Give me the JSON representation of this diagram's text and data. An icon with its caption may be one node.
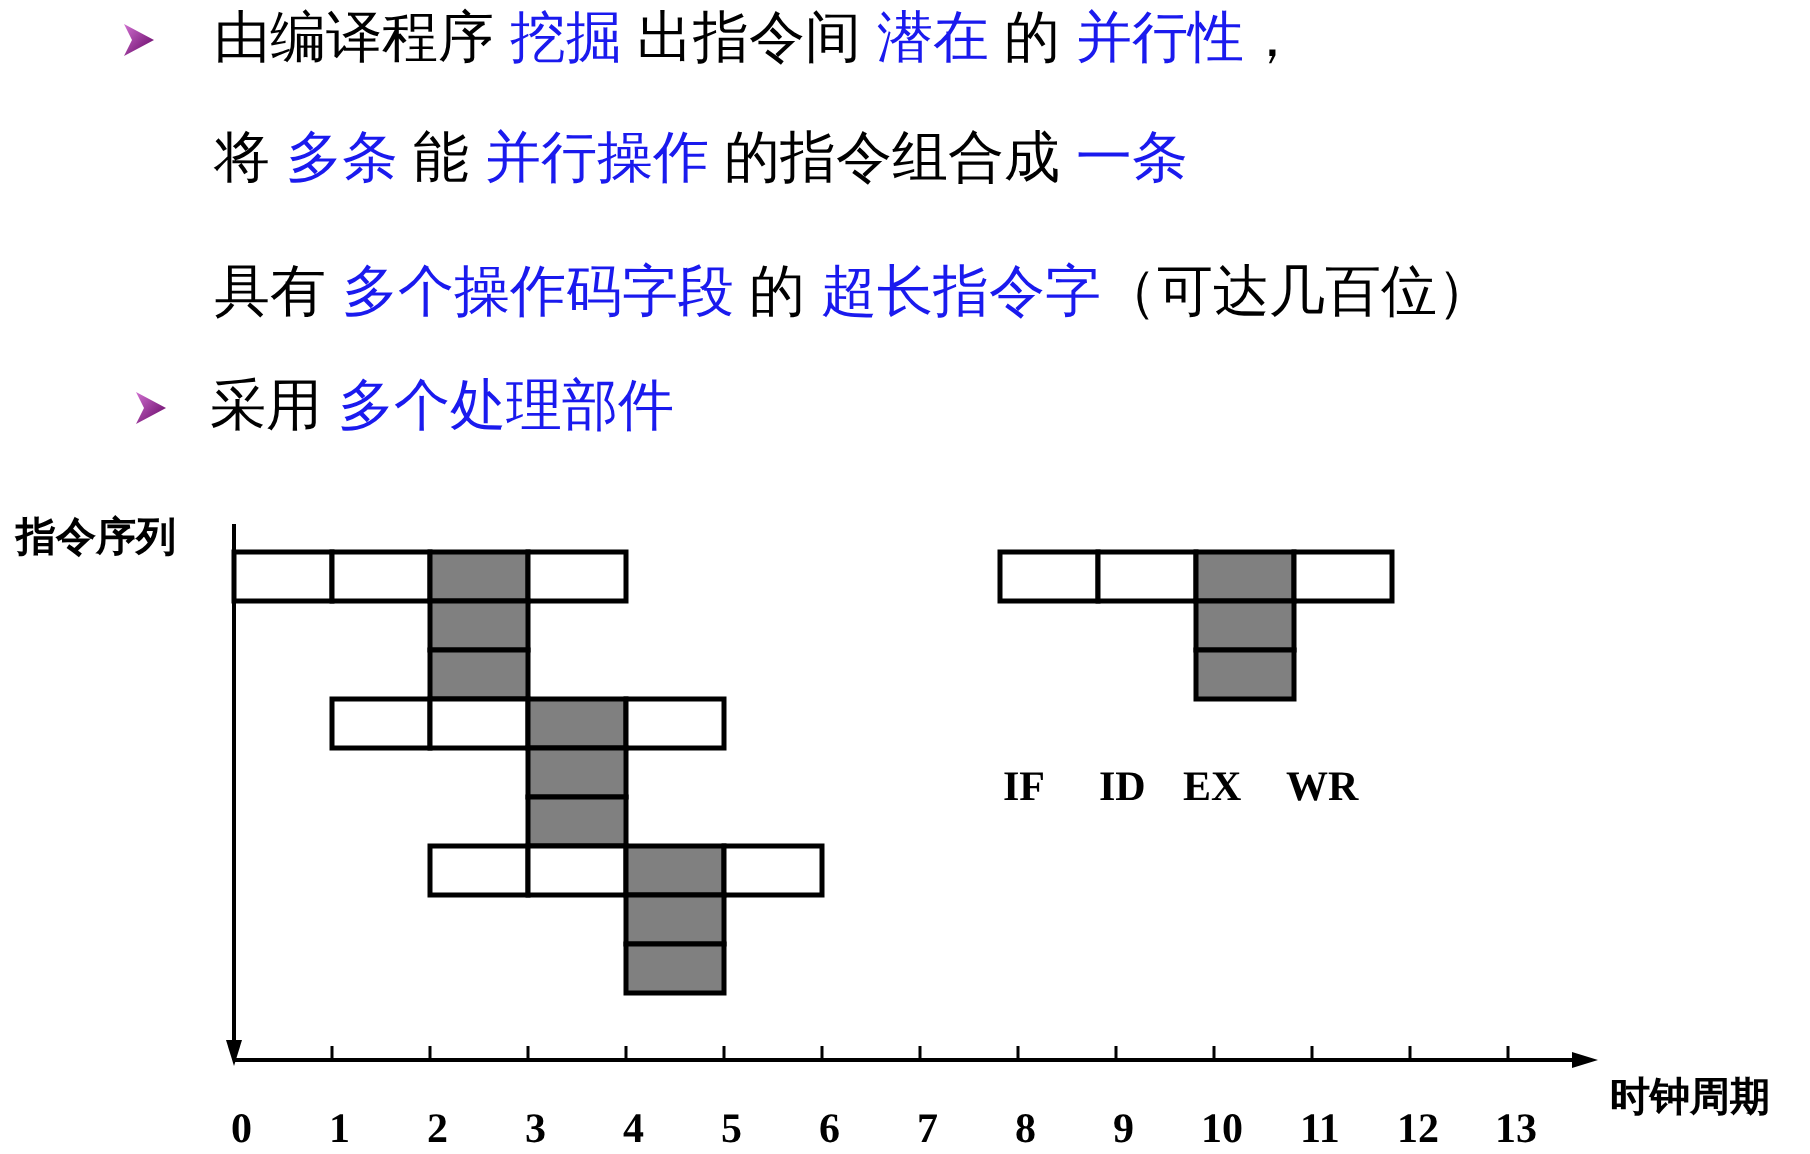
{
  "diagram": {
    "labels": [
      "由编译程序 **挖掘** 出指令间 **潜在** 的 **并行性**，",
      "将 **多条** 能 **并行操作** 的指令组合成 **一条**",
      "具有 **多个操作码字段** 的 **超长指令字**（可达几百位）",
      "采用 **多个处理部件**",
      "指令序列",
      "IF",
      "ID",
      "EX",
      "WR",
      "时钟周期",
      "0",
      "1",
      "2",
      "3",
      "4",
      "5",
      "6",
      "7",
      "8",
      "9",
      "10",
      "11",
      "12",
      "13"
    ]
  }
}
